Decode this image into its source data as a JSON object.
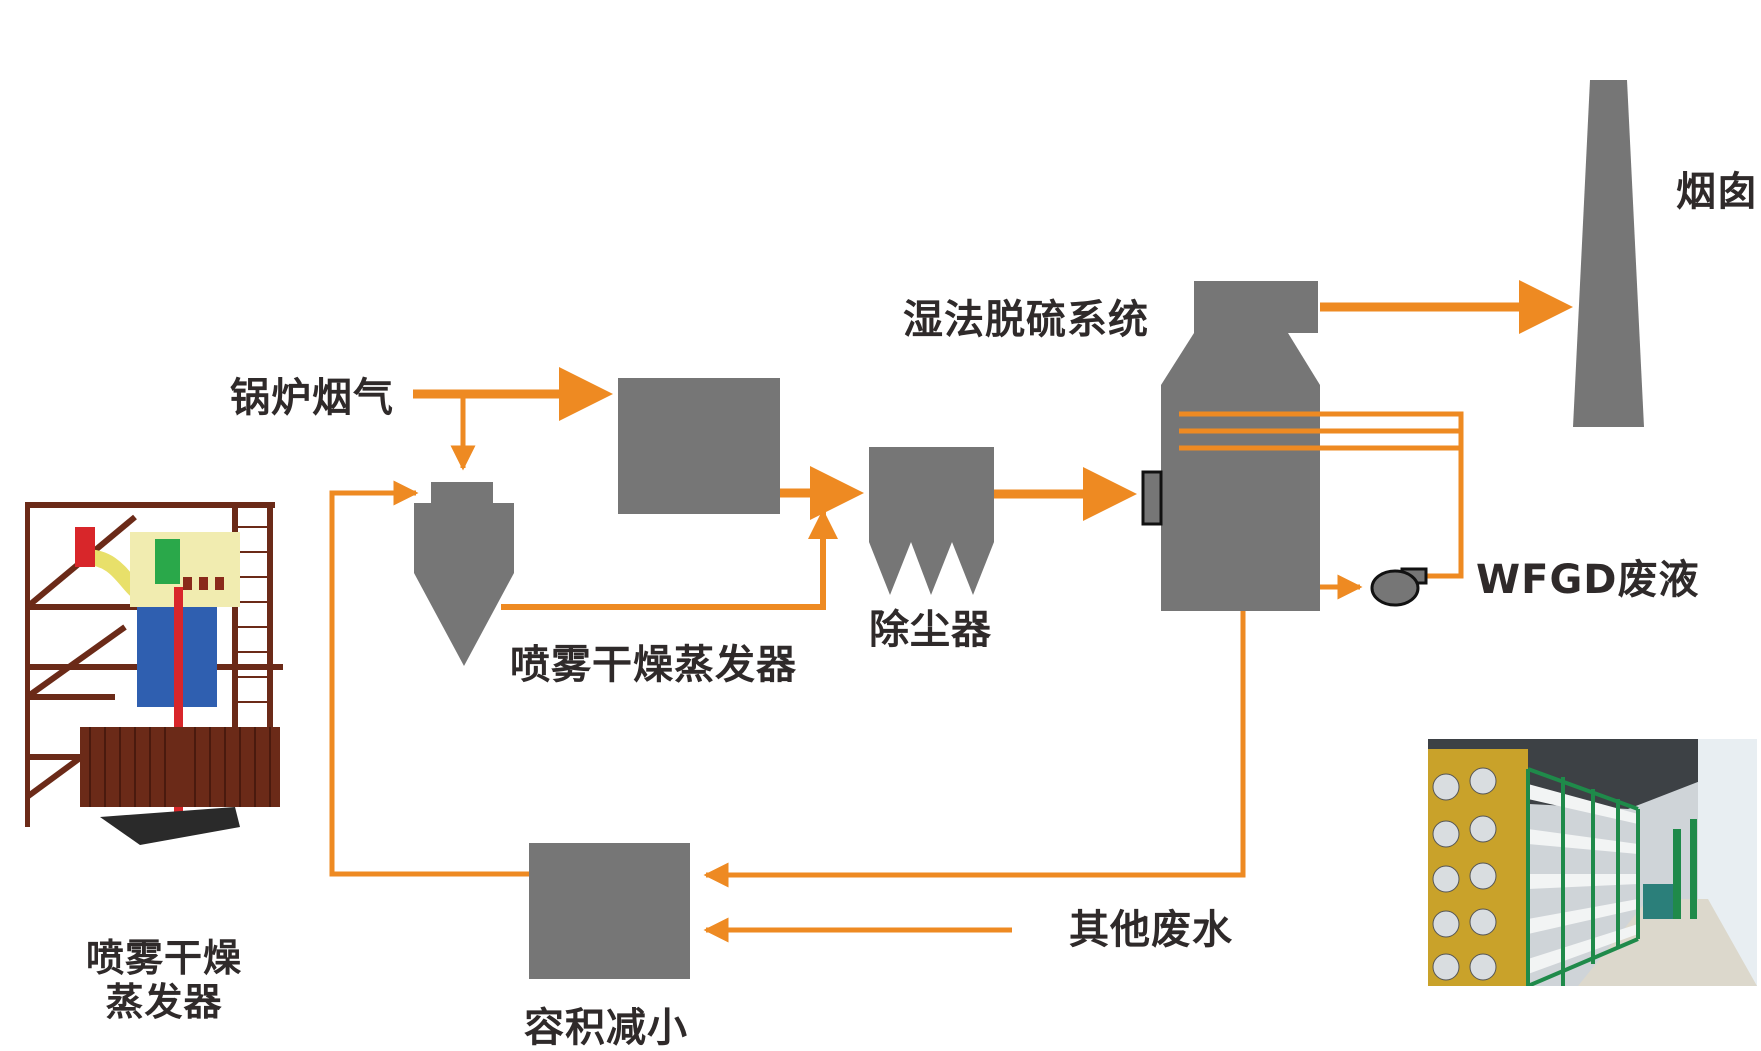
{
  "diagram": {
    "title": "WFGD wastewater zero-discharge process flow",
    "colors": {
      "flow": "#ee8a22",
      "equipment": "#767676",
      "text": "#2f2a2a",
      "outline": "#111111"
    },
    "labels": {
      "boiler_flue_gas": "锅炉烟气",
      "spray_dryer": "喷雾干燥蒸发器",
      "dust_collector": "除尘器",
      "wet_fgd": "湿法脱硫系统",
      "chimney": "烟囱",
      "wfgd_wastewater": "WFGD废液",
      "volume_reduction": "容积减小",
      "other_wastewater": "其他废水",
      "spray_dryer_photo_line1": "喷雾干燥",
      "spray_dryer_photo_line2": "蒸发器"
    },
    "equipment": [
      {
        "id": "air-heater",
        "kind": "rectangle"
      },
      {
        "id": "spray-dryer",
        "kind": "cyclone-vessel"
      },
      {
        "id": "dust-collector",
        "kind": "hopper-vessel",
        "hoppers": 3
      },
      {
        "id": "wet-fgd-absorber",
        "kind": "tower",
        "spray_levels": 3
      },
      {
        "id": "chimney",
        "kind": "stack"
      },
      {
        "id": "wastewater-pump",
        "kind": "pump"
      },
      {
        "id": "volume-reduction-unit",
        "kind": "rectangle"
      }
    ],
    "flows": [
      {
        "from": "boiler_flue_gas",
        "to": "air-heater"
      },
      {
        "from": "boiler_flue_gas",
        "to": "spray-dryer"
      },
      {
        "from": "air-heater",
        "to": "dust-collector"
      },
      {
        "from": "spray-dryer",
        "to": "dust-collector"
      },
      {
        "from": "dust-collector",
        "to": "wet-fgd-absorber"
      },
      {
        "from": "wet-fgd-absorber",
        "to": "chimney"
      },
      {
        "from": "wet-fgd-absorber",
        "to": "wastewater-pump"
      },
      {
        "from": "wastewater-pump",
        "to": "wet-fgd-absorber"
      },
      {
        "from": "wet-fgd-absorber",
        "to": "volume-reduction-unit"
      },
      {
        "from": "other_wastewater",
        "to": "volume-reduction-unit"
      },
      {
        "from": "volume-reduction-unit",
        "to": "spray-dryer"
      }
    ],
    "photos": [
      {
        "id": "spray-dryer-evaporator-render",
        "subject": "spray dryer evaporator 3D model"
      },
      {
        "id": "membrane-system-photo",
        "subject": "membrane treatment plant (volume reduction)"
      }
    ]
  }
}
